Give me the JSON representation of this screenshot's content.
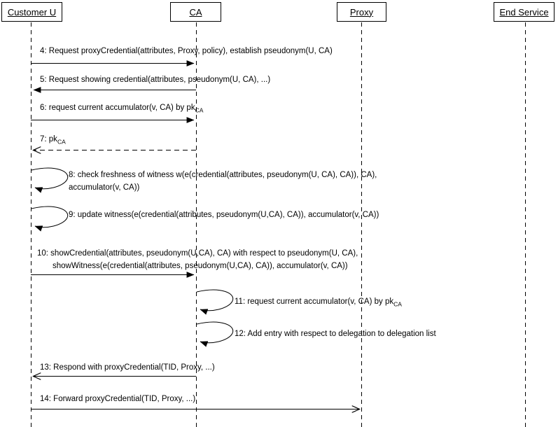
{
  "diagram": {
    "type": "uml-sequence-diagram",
    "colors": {
      "background": "#ffffff",
      "line": "#000000",
      "text": "#000000"
    },
    "actors": [
      {
        "label": "Customer U"
      },
      {
        "label": "CA"
      },
      {
        "label": "Proxy"
      },
      {
        "label": "End Service"
      }
    ],
    "messages": {
      "m4": {
        "num": 4,
        "from": "Customer U",
        "to": "CA",
        "line_style": "solid",
        "arrowhead": "filled",
        "text": "4: Request proxyCredential(attributes, Proxy, policy), establish pseudonym(U, CA)"
      },
      "m5": {
        "num": 5,
        "from": "CA",
        "to": "Customer U",
        "line_style": "solid",
        "arrowhead": "filled",
        "text": "5: Request showing credential(attributes, pseudonym(U, CA), ...)"
      },
      "m6": {
        "num": 6,
        "from": "Customer U",
        "to": "CA",
        "line_style": "solid",
        "arrowhead": "filled",
        "text": "6: request current accumulator(v, CA) by pk",
        "sub": "CA"
      },
      "m7": {
        "num": 7,
        "from": "CA",
        "to": "Customer U",
        "line_style": "dashed",
        "arrowhead": "open",
        "text": "7: pk",
        "sub": "CA"
      },
      "m8": {
        "num": 8,
        "type": "self",
        "on": "Customer U",
        "arrowhead": "filled",
        "line1": "8: check freshness of witness w(e(credential(attributes, pseudonym(U, CA), CA)), CA),",
        "line2": "accumulator(v, CA))"
      },
      "m9": {
        "num": 9,
        "type": "self",
        "on": "Customer U",
        "arrowhead": "filled",
        "text": "9: update witness(e(credential(attributes, pseudonym(U,CA), CA)), accumulator(v, CA))"
      },
      "m10": {
        "num": 10,
        "from": "Customer U",
        "to": "CA",
        "line_style": "solid",
        "arrowhead": "filled",
        "line1": "10: showCredential(attributes, pseudonym(U,CA), CA) with respect to pseudonym(U, CA),",
        "line2": "showWitness(e(credential(attributes, pseudonym(U,CA), CA)), accumulator(v, CA))"
      },
      "m11": {
        "num": 11,
        "type": "self",
        "on": "CA",
        "arrowhead": "filled",
        "text": "11: request current accumulator(v, CA) by pk",
        "sub": "CA"
      },
      "m12": {
        "num": 12,
        "type": "self",
        "on": "CA",
        "arrowhead": "filled",
        "text": "12: Add entry with respect to delegation to delegation list"
      },
      "m13": {
        "num": 13,
        "from": "CA",
        "to": "Customer U",
        "line_style": "solid",
        "arrowhead": "open",
        "text": "13: Respond with proxyCredential(TID, Proxy, ...)"
      },
      "m14": {
        "num": 14,
        "from": "Customer U",
        "to": "Proxy",
        "line_style": "solid",
        "arrowhead": "open",
        "text": "14: Forward proxyCredential(TID, Proxy, ...)"
      }
    }
  }
}
